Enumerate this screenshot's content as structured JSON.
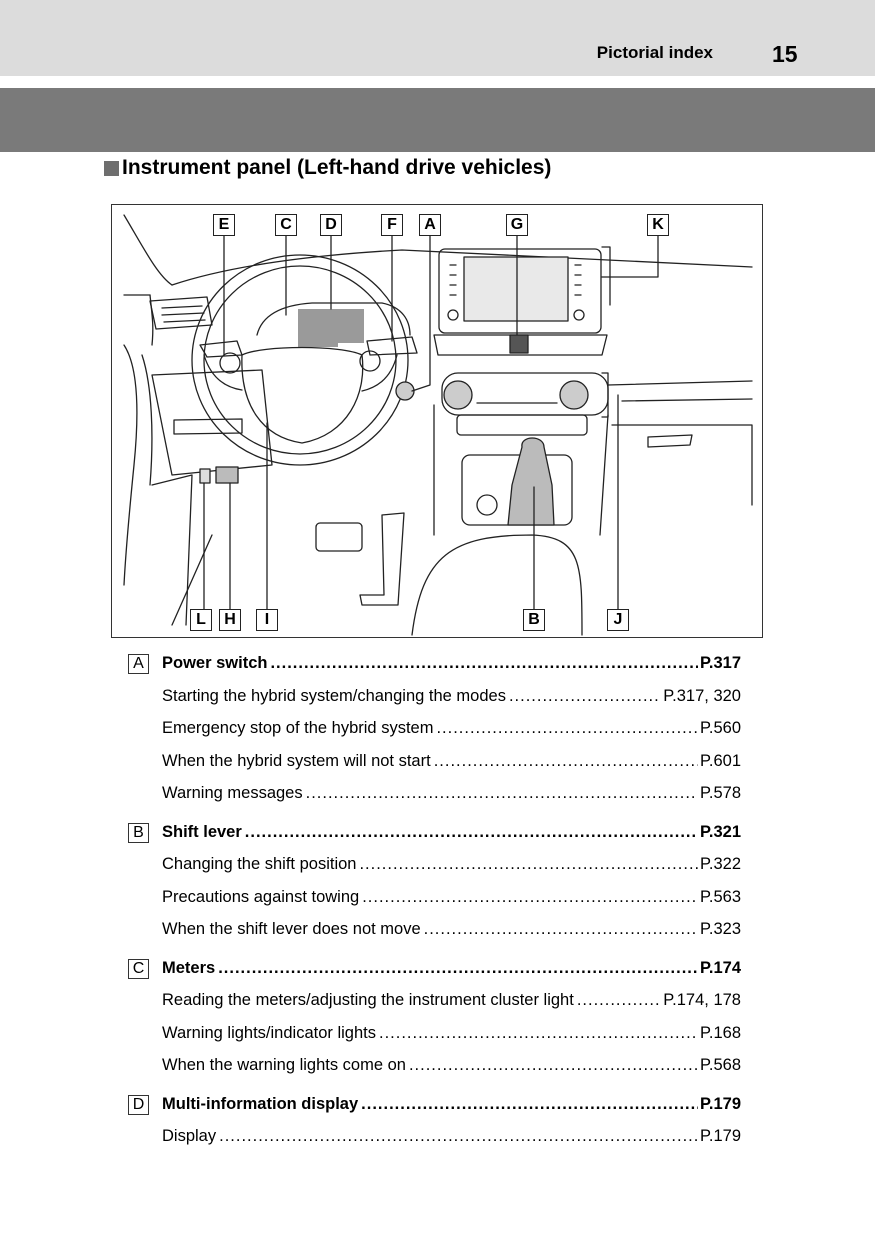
{
  "header": {
    "section": "Pictorial index",
    "page_number": "15"
  },
  "heading": "Instrument panel (Left-hand drive vehicles)",
  "figure": {
    "callouts": [
      "E",
      "C",
      "D",
      "F",
      "A",
      "G",
      "K",
      "L",
      "H",
      "I",
      "B",
      "J"
    ]
  },
  "entries": [
    {
      "letter": "A",
      "title": "Power switch",
      "page": "P.317",
      "subs": [
        {
          "text": "Starting the hybrid system/changing the modes",
          "page": "P.317, 320"
        },
        {
          "text": "Emergency stop of the hybrid system",
          "page": "P.560"
        },
        {
          "text": "When the hybrid system will not start",
          "page": "P.601"
        },
        {
          "text": "Warning messages",
          "page": "P.578"
        }
      ]
    },
    {
      "letter": "B",
      "title": "Shift lever",
      "page": "P.321",
      "subs": [
        {
          "text": "Changing the shift position",
          "page": "P.322"
        },
        {
          "text": "Precautions against towing",
          "page": "P.563"
        },
        {
          "text": "When the shift lever does not move",
          "page": "P.323"
        }
      ]
    },
    {
      "letter": "C",
      "title": "Meters",
      "page": "P.174",
      "subs": [
        {
          "text": "Reading the meters/adjusting the instrument cluster light",
          "page": "P.174, 178"
        },
        {
          "text": "Warning lights/indicator lights",
          "page": "P.168"
        },
        {
          "text": "When the warning lights come on",
          "page": "P.568"
        }
      ]
    },
    {
      "letter": "D",
      "title": "Multi-information display",
      "page": "P.179",
      "subs": [
        {
          "text": "Display",
          "page": "P.179"
        }
      ]
    }
  ]
}
